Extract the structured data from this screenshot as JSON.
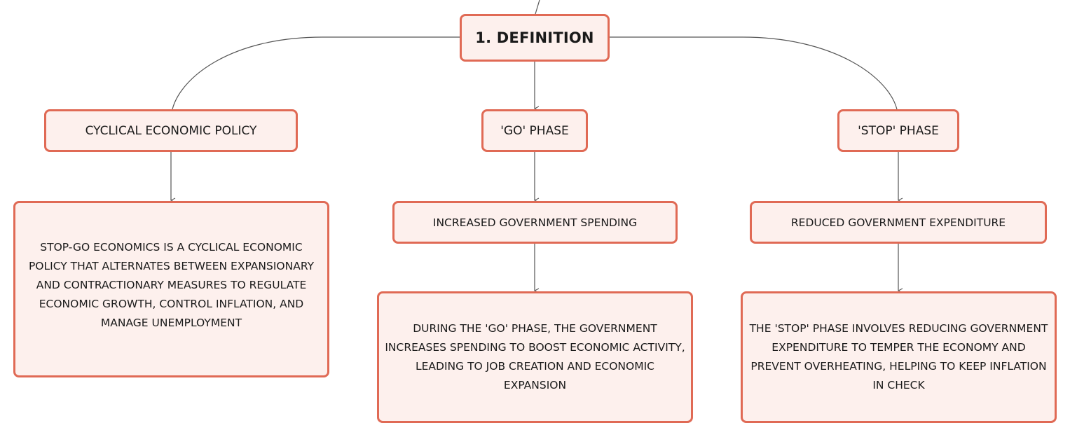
{
  "diagram": {
    "root": "1. DEFINITION",
    "branches": [
      {
        "title": "CYCLICAL ECONOMIC POLICY",
        "description": "STOP-GO ECONOMICS IS A CYCLICAL ECONOMIC POLICY THAT ALTERNATES BETWEEN EXPANSIONARY AND CONTRACTIONARY MEASURES TO REGULATE ECONOMIC GROWTH, CONTROL INFLATION, AND MANAGE UNEMPLOYMENT"
      },
      {
        "title": "'GO' PHASE",
        "subtitle": "INCREASED GOVERNMENT SPENDING",
        "description": "DURING THE 'GO' PHASE, THE GOVERNMENT INCREASES SPENDING TO BOOST ECONOMIC ACTIVITY, LEADING TO JOB CREATION AND ECONOMIC EXPANSION"
      },
      {
        "title": "'STOP' PHASE",
        "subtitle": "REDUCED GOVERNMENT EXPENDITURE",
        "description": "THE 'STOP' PHASE INVOLVES REDUCING GOVERNMENT EXPENDITURE TO TEMPER THE ECONOMY AND PREVENT OVERHEATING, HELPING TO KEEP INFLATION IN CHECK"
      }
    ]
  },
  "colors": {
    "node_border": "#e06a55",
    "node_fill": "#fdf0ed",
    "connector": "#555555",
    "text": "#1a1a1a"
  }
}
